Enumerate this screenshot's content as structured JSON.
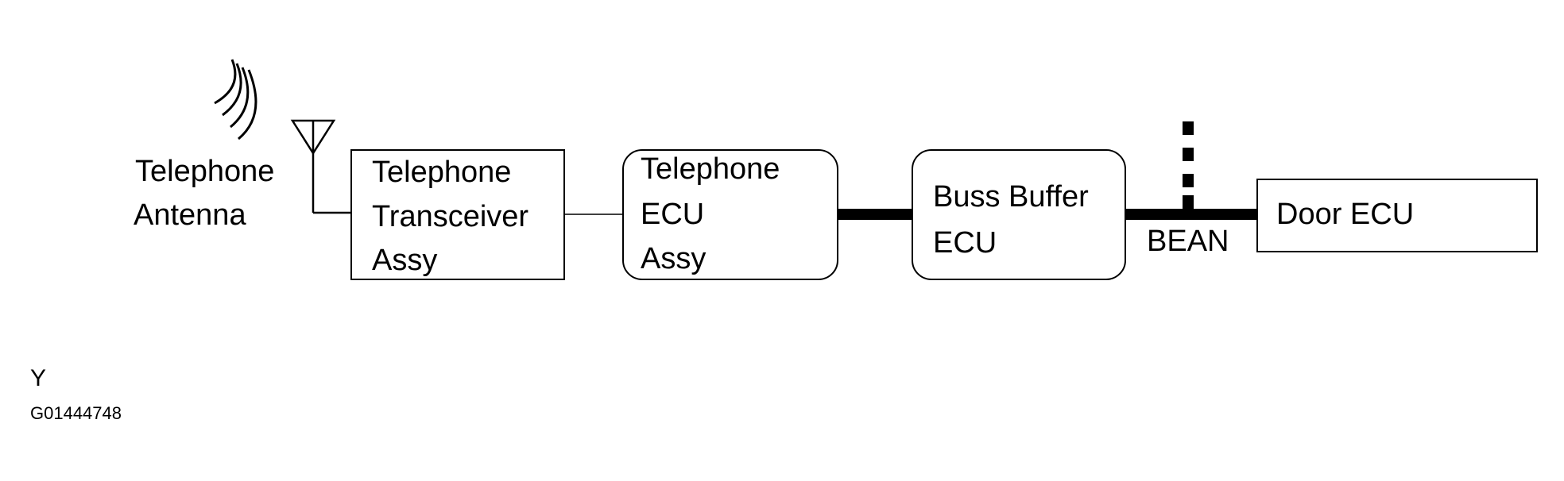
{
  "antenna": {
    "label_line1": "Telephone",
    "label_line2": "Antenna"
  },
  "blocks": {
    "transceiver": {
      "line1": "Telephone",
      "line2": "Transceiver",
      "line3": "Assy"
    },
    "telephone_ecu": {
      "line1": "Telephone",
      "line2": "ECU",
      "line3": "Assy"
    },
    "buss_buffer": {
      "line1": "Buss Buffer",
      "line2": "ECU"
    },
    "door_ecu": {
      "line1": "Door ECU"
    }
  },
  "bus_label": "BEAN",
  "footer": {
    "code": "Y",
    "figure_id": "G01444748"
  }
}
